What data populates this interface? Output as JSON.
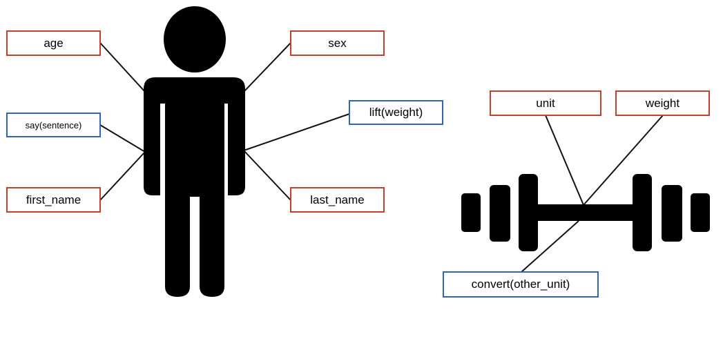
{
  "colors": {
    "attribute_border": "#c3402c",
    "method_border": "#2f66b8",
    "figure": "#000000",
    "connector": "#111111"
  },
  "person": {
    "attributes": {
      "age": "age",
      "sex": "sex",
      "first_name": "first_name",
      "last_name": "last_name"
    },
    "methods": {
      "say": "say(sentence)",
      "lift": "lift(weight)"
    }
  },
  "dumbbell": {
    "attributes": {
      "unit": "unit",
      "weight": "weight"
    },
    "methods": {
      "convert": "convert(other_unit)"
    }
  },
  "icons": [
    "person-icon",
    "dumbbell-icon"
  ]
}
